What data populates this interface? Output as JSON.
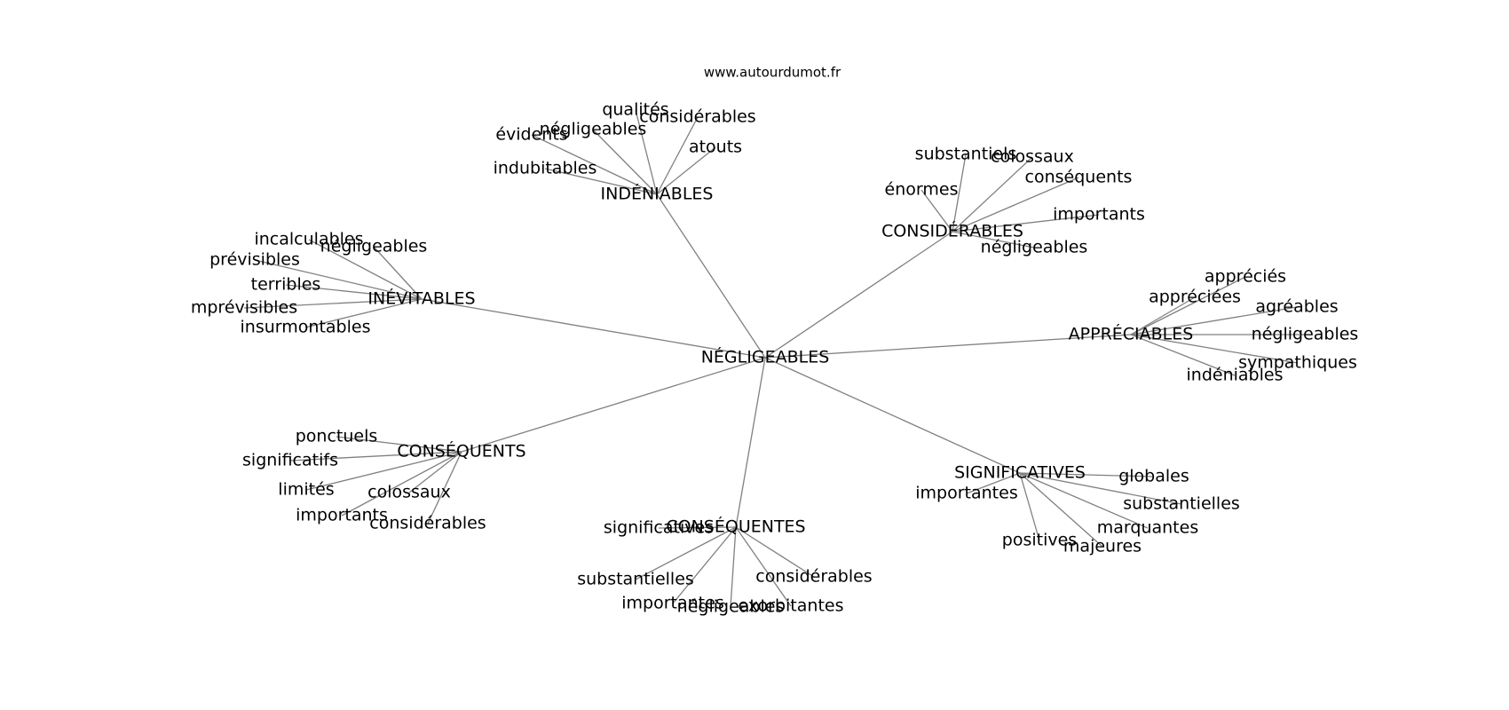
{
  "site": "www.autourdumot.fr",
  "root": "NÉGLIGEABLES",
  "clusters": [
    {
      "label": "INDÉNIABLES",
      "leaves": [
        "indubitables",
        "évidents",
        "négligeables",
        "qualités",
        "considérables",
        "atouts"
      ]
    },
    {
      "label": "CONSIDÉRABLES",
      "leaves": [
        "énormes",
        "substantiels",
        "colossaux",
        "conséquents",
        "importants",
        "négligeables"
      ]
    },
    {
      "label": "INÉVITABLES",
      "leaves": [
        "incalculables",
        "négligeables",
        "prévisibles",
        "terribles",
        "mprévisibles",
        "insurmontables"
      ]
    },
    {
      "label": "APPRÉCIABLES",
      "leaves": [
        "appréciés",
        "appréciées",
        "agréables",
        "négligeables",
        "sympathiques",
        "indéniables"
      ]
    },
    {
      "label": "CONSÉQUENTS",
      "leaves": [
        "ponctuels",
        "significatifs",
        "limités",
        "colossaux",
        "importants",
        "considérables"
      ]
    },
    {
      "label": "CONSÉQUENTES",
      "leaves": [
        "significatives",
        "substantielles",
        "importantes",
        "négligeables",
        "exorbitantes",
        "considérables"
      ]
    },
    {
      "label": "SIGNIFICATIVES",
      "leaves": [
        "importantes",
        "globales",
        "substantielles",
        "marquantes",
        "majeures",
        "positives"
      ]
    }
  ]
}
